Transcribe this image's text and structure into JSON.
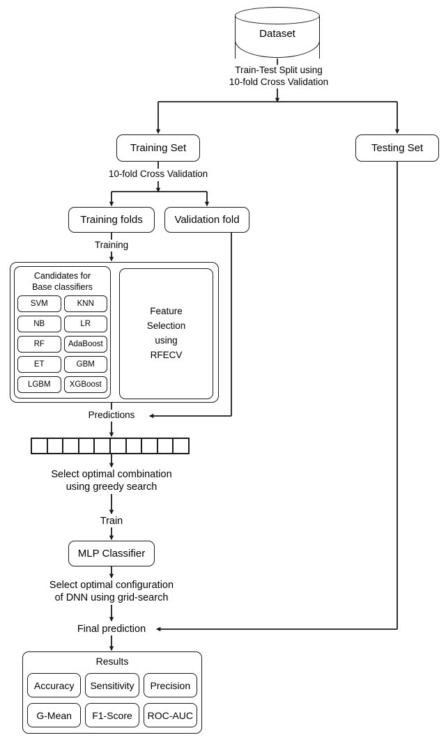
{
  "diagram": {
    "title": "Machine learning pipeline flowchart",
    "dataset": {
      "label": "Dataset"
    },
    "edge_labels": {
      "train_test_split": "Train-Test Split using\n10-fold Cross Validation",
      "cross_validation": "10-fold Cross Validation",
      "training": "Training",
      "predictions": "Predictions",
      "greedy_search": "Select optimal combination\nusing greedy search",
      "train": "Train",
      "grid_search": "Select optimal configuration\nof DNN using grid-search",
      "final_prediction": "Final prediction"
    },
    "nodes": {
      "training_set": "Training Set",
      "testing_set": "Testing Set",
      "training_folds": "Training folds",
      "validation_fold": "Validation fold",
      "mlp_classifier": "MLP Classifier",
      "feature_selection": "Feature\nSelection\nusing\nRFECV"
    },
    "candidates_panel": {
      "title": "Candidates for\nBase classifiers",
      "classifiers": [
        "SVM",
        "KNN",
        "NB",
        "LR",
        "RF",
        "AdaBoost",
        "ET",
        "GBM",
        "LGBM",
        "XGBoost"
      ]
    },
    "predictions_vector": {
      "cell_count": 10,
      "cells": [
        "",
        "",
        "",
        "",
        "",
        "",
        "",
        "",
        "",
        ""
      ]
    },
    "results": {
      "title": "Results",
      "metrics": [
        "Accuracy",
        "Sensitivity",
        "Precision",
        "G-Mean",
        "F1-Score",
        "ROC-AUC"
      ]
    },
    "colors": {
      "stroke": "#1a1a1a",
      "background": "#ffffff",
      "text": "#000000"
    }
  }
}
